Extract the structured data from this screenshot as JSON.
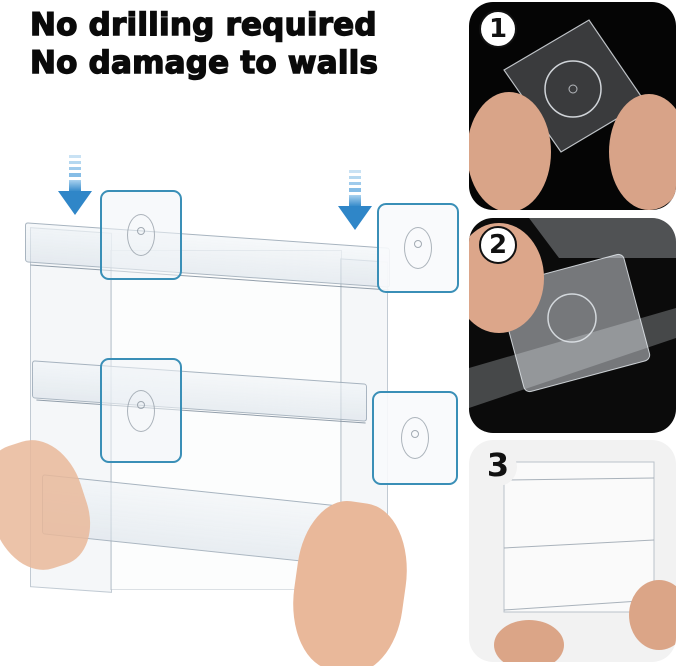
{
  "headline": {
    "line1": "No drilling required",
    "line2": "No damage to walls"
  },
  "colors": {
    "headline_text": "#0a0a0a",
    "pad_border": "#3a8fb7",
    "arrow_blue": "#2f86c8",
    "step_dark_bg": "#050505",
    "step_light_bg": "#f2f2f2",
    "background": "#ffffff"
  },
  "main_illustration": {
    "subject": "clear acrylic 3-tier wall-mounted rack",
    "adhesive_pads": 4,
    "down_arrows": 2,
    "shelves": 3,
    "icons": [
      "down-arrow-icon",
      "adhesive-pad-icon"
    ]
  },
  "steps": [
    {
      "number": "1",
      "caption_visual": "peel adhesive pad film"
    },
    {
      "number": "2",
      "caption_visual": "attach pad to rack back"
    },
    {
      "number": "3",
      "caption_visual": "press rack onto wall"
    }
  ]
}
